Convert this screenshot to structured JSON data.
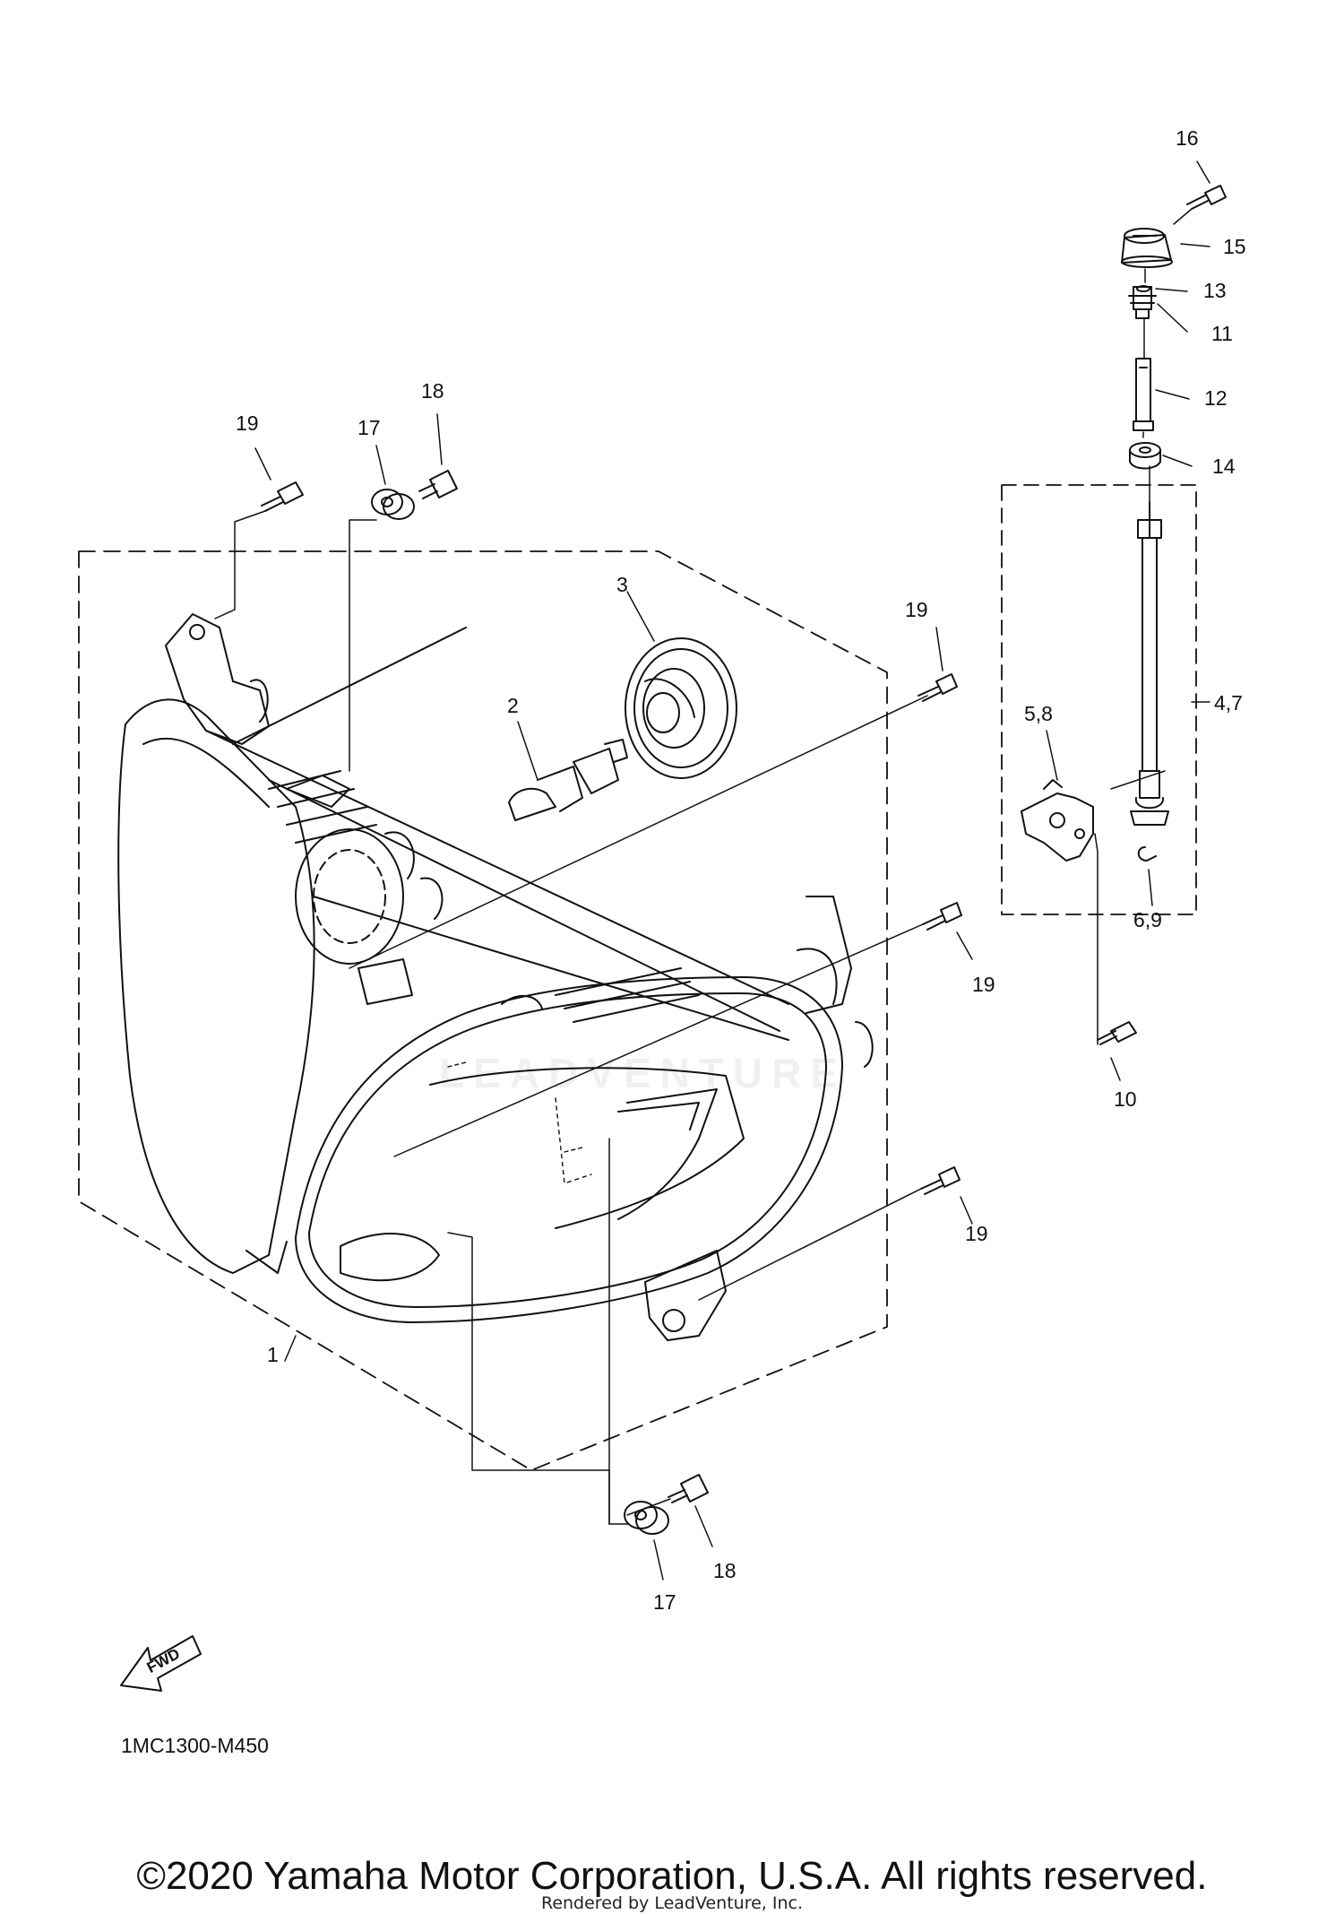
{
  "drawing_code": "1MC1300-M450",
  "copyright": "©2020 Yamaha Motor Corporation, U.S.A. All rights reserved.",
  "rendered_by": "Rendered by LeadVenture, Inc.",
  "watermark": "LEADVENTURE",
  "fwd_arrow_text": "FWD",
  "callouts": {
    "c1": "1",
    "c2": "2",
    "c3": "3",
    "c4_7": "4,7",
    "c5_8": "5,8",
    "c6_9": "6,9",
    "c10": "10",
    "c11": "11",
    "c12": "12",
    "c13": "13",
    "c14": "14",
    "c15": "15",
    "c16": "16",
    "c17_top": "17",
    "c17_bottom": "17",
    "c18_top": "18",
    "c18_bottom": "18",
    "c19_top_left": "19",
    "c19_upper_right": "19",
    "c19_mid_right": "19",
    "c19_lower_right": "19"
  }
}
